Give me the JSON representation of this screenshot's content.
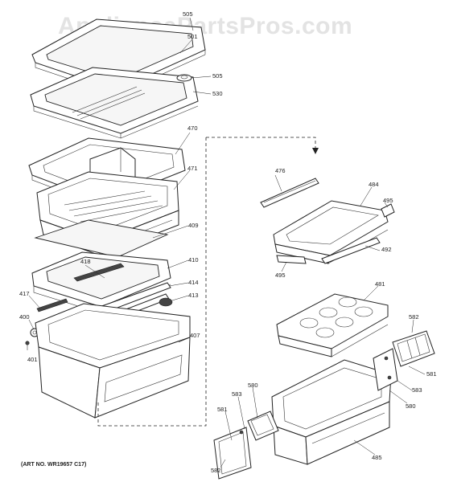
{
  "watermark": "AppliancePartsPros.com",
  "art_number": "(ART NO. WR19657 C17)",
  "callouts": {
    "c505a": "505",
    "c501": "501",
    "c505b": "505",
    "c530": "530",
    "c470": "470",
    "c471": "471",
    "c409": "409",
    "c410": "410",
    "c418": "418",
    "c414": "414",
    "c413": "413",
    "c417": "417",
    "c400": "400",
    "c401": "401",
    "c407": "407",
    "c476": "476",
    "c484": "484",
    "c495a": "495",
    "c492": "492",
    "c495b": "495",
    "c481": "481",
    "c582a": "582",
    "c581a": "581",
    "c583a": "583",
    "c580a": "580",
    "c580b": "580",
    "c583b": "583",
    "c581b": "581",
    "c582b": "582",
    "c485": "485"
  }
}
